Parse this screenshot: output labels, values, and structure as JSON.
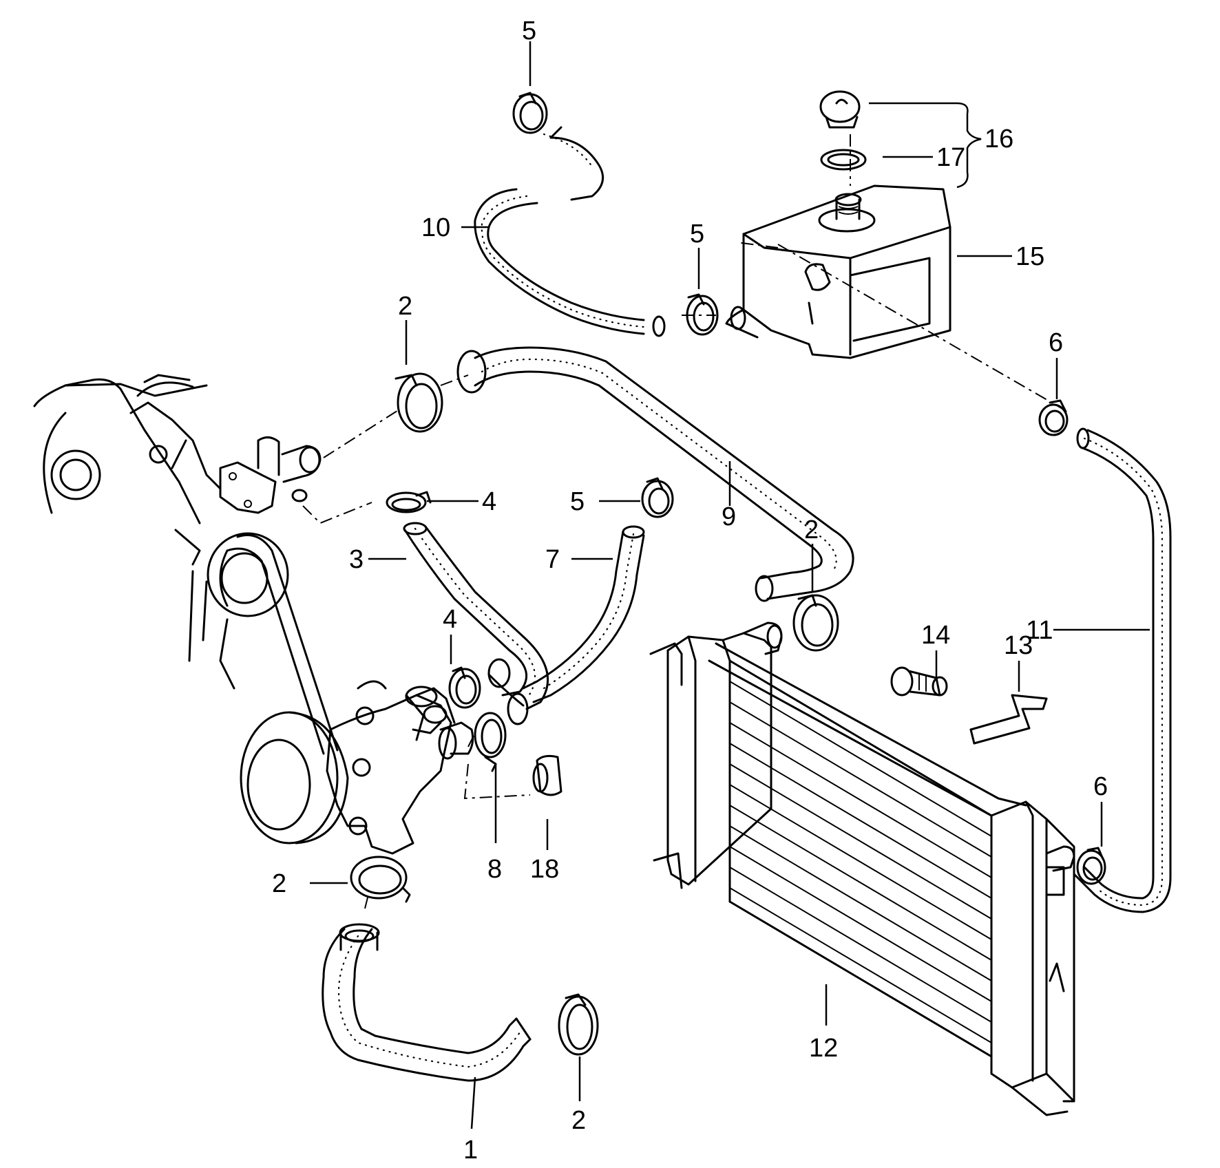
{
  "callouts": {
    "c1": "1",
    "c2a": "2",
    "c2b": "2",
    "c2c": "2",
    "c2d": "2",
    "c3": "3",
    "c4a": "4",
    "c4b": "4",
    "c5a": "5",
    "c5b": "5",
    "c5c": "5",
    "c6a": "6",
    "c6b": "6",
    "c7": "7",
    "c8": "8",
    "c9": "9",
    "c10": "10",
    "c11": "11",
    "c12": "12",
    "c13": "13",
    "c14": "14",
    "c15": "15",
    "c16": "16",
    "c17": "17",
    "c18": "18"
  }
}
